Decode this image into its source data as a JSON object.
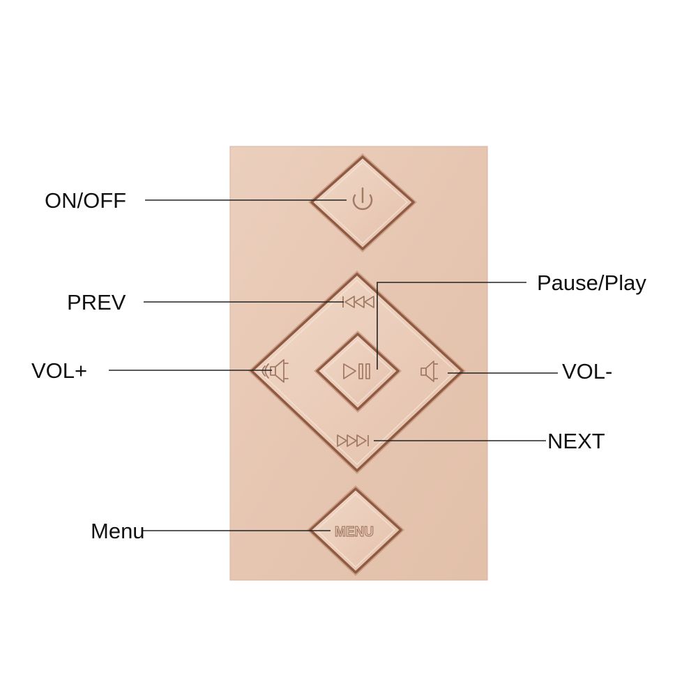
{
  "panel": {
    "color": "#e8c9b4",
    "edge_color": "#d4a994",
    "key_color": "#ebcdb9",
    "groove_color": "#9c6a50"
  },
  "callouts": {
    "on_off": "ON/OFF",
    "prev": "PREV",
    "vol_plus": "VOL+",
    "menu": "Menu",
    "pause_play": "Pause/Play",
    "vol_minus": "VOL-",
    "next": "NEXT"
  },
  "keys": {
    "menu_text": "MENU",
    "icons": {
      "power": "power-icon",
      "prev": "skip-back-icon",
      "next": "skip-forward-icon",
      "play_pause": "play-pause-icon",
      "vol_up": "speaker-loud-icon",
      "vol_down": "speaker-icon"
    }
  }
}
